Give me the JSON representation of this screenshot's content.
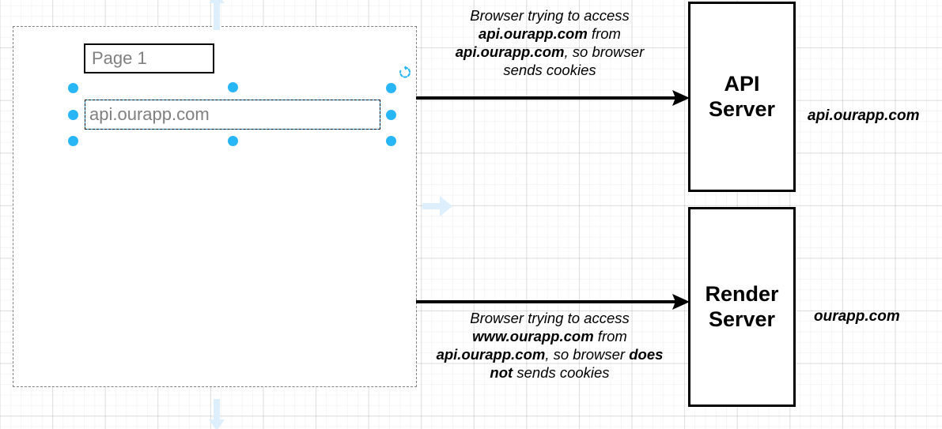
{
  "canvas": {
    "grid_color": "#e6e6e6",
    "background": "#ffffff",
    "page_border_color": "#808080"
  },
  "page": {
    "label_box_text": "Page 1"
  },
  "selection": {
    "shape_text": "api.ourapp.com",
    "handle_color": "#29b6f6",
    "outline_color": "#2ea7e0",
    "rotate_icon_name": "rotate-icon"
  },
  "hints": {
    "up_arrow": "direction-hint-up",
    "down_arrow": "direction-hint-down",
    "right_arrow": "direction-hint-right",
    "color": "#ddeefc"
  },
  "diagram": {
    "nodes": [
      {
        "id": "api-server",
        "line1": "API",
        "line2": "Server",
        "domain_label": "api.ourapp.com"
      },
      {
        "id": "render-server",
        "line1": "Render",
        "line2": "Server",
        "domain_label": "ourapp.com"
      }
    ],
    "annotations": [
      {
        "id": "annotation-top",
        "segments": [
          {
            "text": "Browser trying to access ",
            "bold": false
          },
          {
            "text": "api.ourapp.com",
            "bold": true
          },
          {
            "text": " from ",
            "bold": false
          },
          {
            "text": "api.ourapp.com",
            "bold": true
          },
          {
            "text": ", so browser sends cookies",
            "bold": false
          }
        ],
        "plain": "Browser trying to access api.ourapp.com from api.ourapp.com, so browser sends cookies"
      },
      {
        "id": "annotation-bottom",
        "segments": [
          {
            "text": "Browser trying to access ",
            "bold": false
          },
          {
            "text": "www.ourapp.com",
            "bold": true
          },
          {
            "text": " from ",
            "bold": false
          },
          {
            "text": "api.ourapp.com",
            "bold": true
          },
          {
            "text": ", so browser ",
            "bold": false
          },
          {
            "text": "does not",
            "bold": true
          },
          {
            "text": " sends cookies",
            "bold": false
          }
        ],
        "plain": "Browser trying to access www.ourapp.com from api.ourapp.com, so browser does not sends cookies"
      }
    ],
    "edges": [
      {
        "id": "edge-to-api-server",
        "style": "solid-arrow-right"
      },
      {
        "id": "edge-to-render-server",
        "style": "solid-arrow-right"
      }
    ]
  }
}
